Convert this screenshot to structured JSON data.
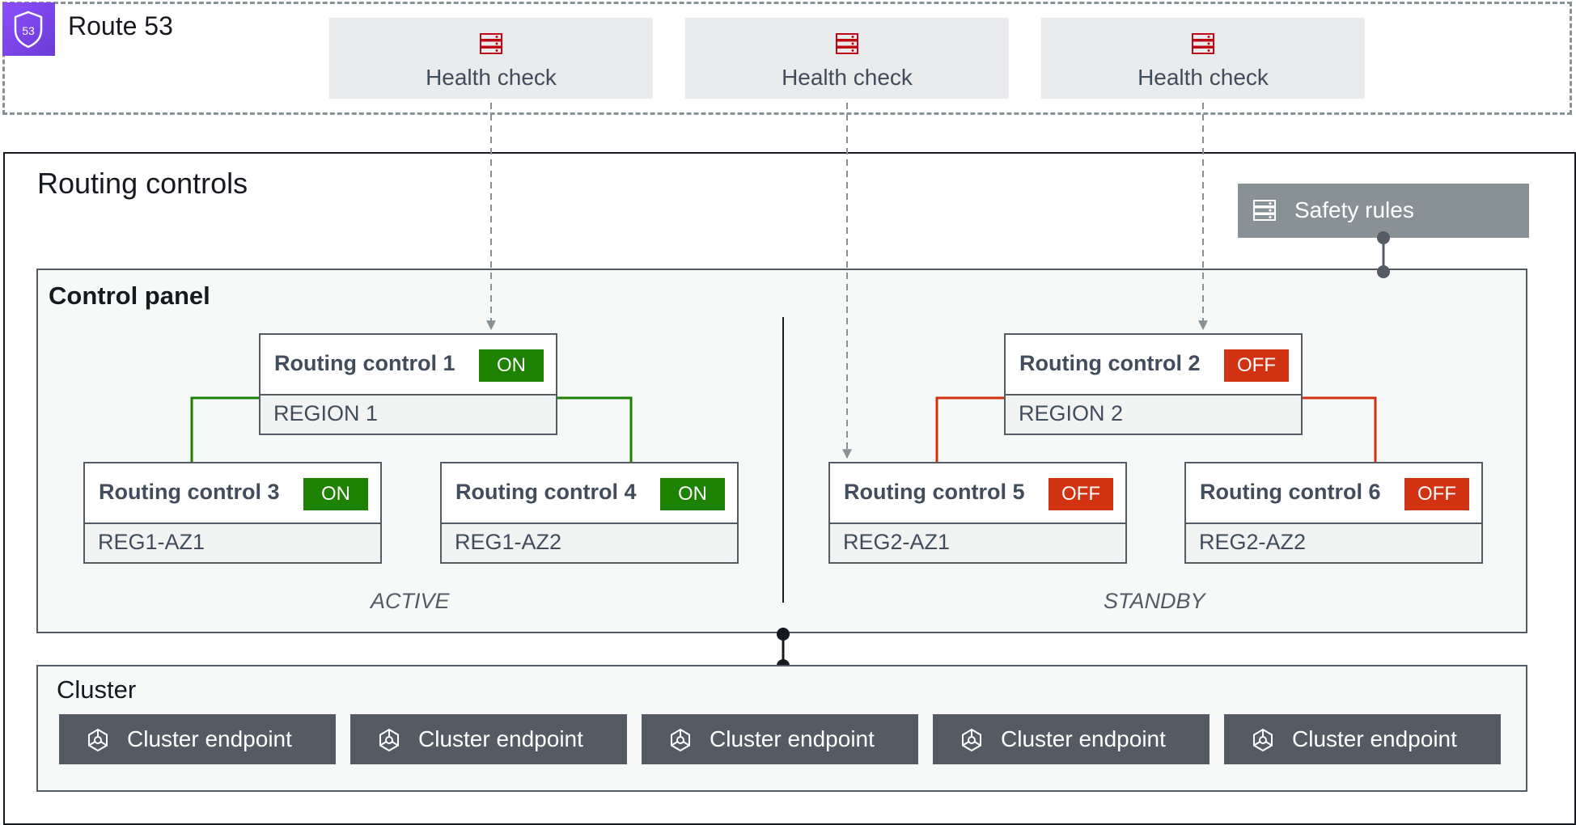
{
  "route53": {
    "title": "Route 53",
    "logo_text": "53"
  },
  "health_checks": [
    {
      "label": "Health check"
    },
    {
      "label": "Health check"
    },
    {
      "label": "Health check"
    }
  ],
  "routing_controls": {
    "title": "Routing controls",
    "safety_rules": {
      "label": "Safety rules"
    },
    "control_panel": {
      "title": "Control panel",
      "nodes": [
        {
          "name": "Routing control 1",
          "state": "ON",
          "scope": "REGION 1"
        },
        {
          "name": "Routing control 2",
          "state": "OFF",
          "scope": "REGION 2"
        },
        {
          "name": "Routing control 3",
          "state": "ON",
          "scope": "REG1-AZ1"
        },
        {
          "name": "Routing control 4",
          "state": "ON",
          "scope": "REG1-AZ2"
        },
        {
          "name": "Routing control 5",
          "state": "OFF",
          "scope": "REG2-AZ1"
        },
        {
          "name": "Routing control 6",
          "state": "OFF",
          "scope": "REG2-AZ2"
        }
      ],
      "zones": {
        "active": "ACTIVE",
        "standby": "STANDBY"
      }
    },
    "cluster": {
      "title": "Cluster",
      "endpoints": [
        {
          "label": "Cluster endpoint"
        },
        {
          "label": "Cluster endpoint"
        },
        {
          "label": "Cluster endpoint"
        },
        {
          "label": "Cluster endpoint"
        },
        {
          "label": "Cluster endpoint"
        }
      ]
    }
  },
  "colors": {
    "on": "#1d8102",
    "off": "#d13212",
    "route53_brand": "#8c4fff",
    "health_check_icon": "#bf0816",
    "connector": "#879196",
    "endpoint_bg": "#545b64",
    "safety_bg": "#879196"
  }
}
